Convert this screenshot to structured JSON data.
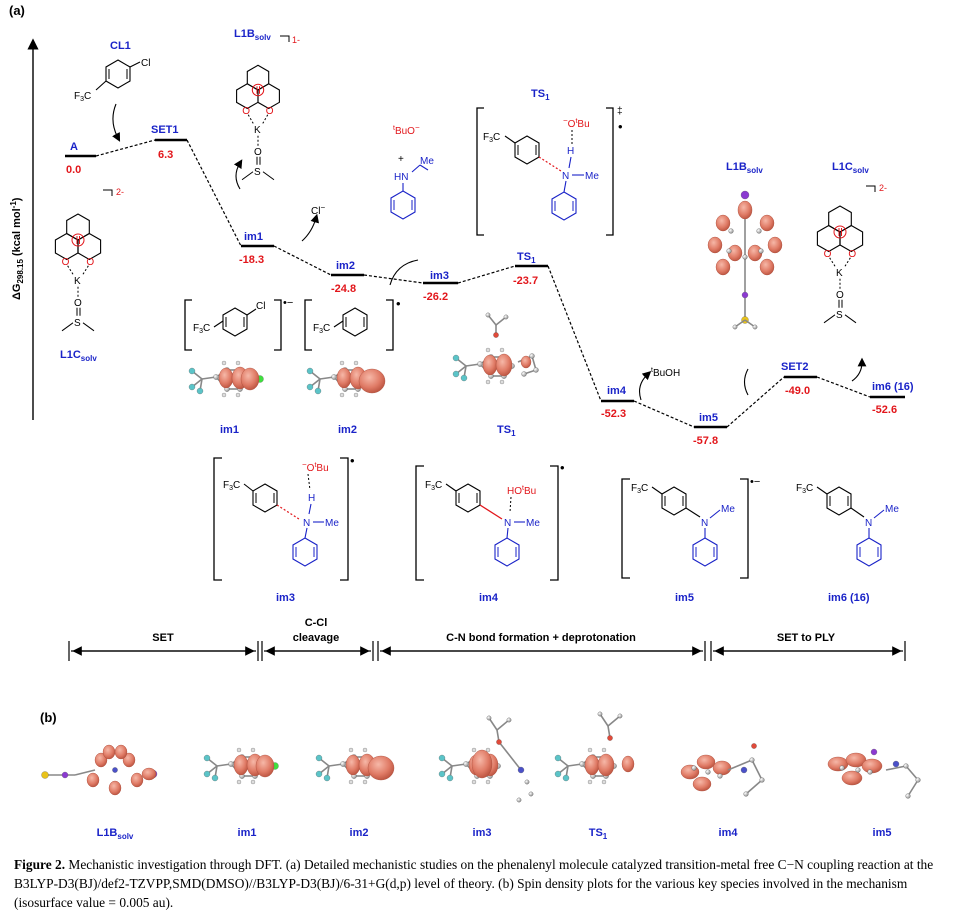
{
  "panel_a_label": "(a)",
  "panel_b_label": "(b)",
  "axis": {
    "main": "ΔG",
    "sub": "298.15",
    "unit": " (kcal mol",
    "sup": "-1",
    "close": ")"
  },
  "states": [
    {
      "label": "A",
      "value": "0.0"
    },
    {
      "label": "SET1",
      "value": "6.3"
    },
    {
      "label": "im1",
      "value": "-18.3"
    },
    {
      "label": "im2",
      "value": "-24.8"
    },
    {
      "label": "im3",
      "value": "-26.2"
    },
    {
      "label": "TS",
      "sub": "1",
      "value": "-23.7"
    },
    {
      "label": "im4",
      "value": "-52.3"
    },
    {
      "label": "im5",
      "value": "-57.8"
    },
    {
      "label": "SET2",
      "value": "-49.0"
    },
    {
      "label": "im6 (16)",
      "value": "-52.6"
    }
  ],
  "species": {
    "cl1": "CL1",
    "cf3": "F",
    "cf3_sub": "3",
    "cf3_c": "C",
    "cl": "Cl",
    "chloride": "Cl",
    "chloride_sup": "−",
    "tbuo_sup": "t",
    "tbuo": "BuO",
    "tbuo_charge": "−",
    "hn": "HN",
    "me": "Me",
    "plus": "+",
    "n": "N",
    "h": "H",
    "o": "O",
    "k": "K",
    "s": "S",
    "otbu": "O",
    "otbu_t": "t",
    "otbu_bu": "Bu",
    "hotbu": "HO",
    "tbuoh": "BuOH",
    "tbuoh_t": "t",
    "l1b": "L1B",
    "l1b_sub": "solv",
    "l1c": "L1C",
    "l1c_sub": "solv",
    "charge_1m": "1-",
    "charge_2m": "2-",
    "radical": "•",
    "radical_anion": "•−",
    "ddagger": "‡",
    "ts_label": "TS",
    "ts_sub": "1",
    "im1": "im1",
    "im2": "im2",
    "im3": "im3",
    "im4": "im4",
    "im5": "im5",
    "im6": "im6 (16)"
  },
  "phases": [
    {
      "label": "SET"
    },
    {
      "label": "C-Cl cleavage"
    },
    {
      "label": "C-N bond formation + deprotonation"
    },
    {
      "label": "SET to PLY"
    }
  ],
  "panel_b_items": [
    {
      "label": "L1B",
      "sub": "solv"
    },
    {
      "label": "im1",
      "sub": ""
    },
    {
      "label": "im2",
      "sub": ""
    },
    {
      "label": "im3",
      "sub": ""
    },
    {
      "label": "TS",
      "sub": "1"
    },
    {
      "label": "im4",
      "sub": ""
    },
    {
      "label": "im5",
      "sub": ""
    }
  ],
  "caption": {
    "fig": "Figure 2.",
    "text": " Mechanistic investigation through DFT. (a) Detailed mechanistic studies on the phenalenyl molecule catalyzed transition-metal free C−N coupling reaction at the B3LYP-D3(BJ)/def2-TZVPP,SMD(DMSO)//B3LYP-D3(BJ)/6-31+G(d,p) level of theory. (b) Spin density plots for the various key species involved in the mechanism (isosurface value = 0.005 au)."
  },
  "colors": {
    "value_red": "#e2161b",
    "label_blue": "#1a23c8",
    "lobe": "#e07b66",
    "bond_red": "#e2161b"
  }
}
